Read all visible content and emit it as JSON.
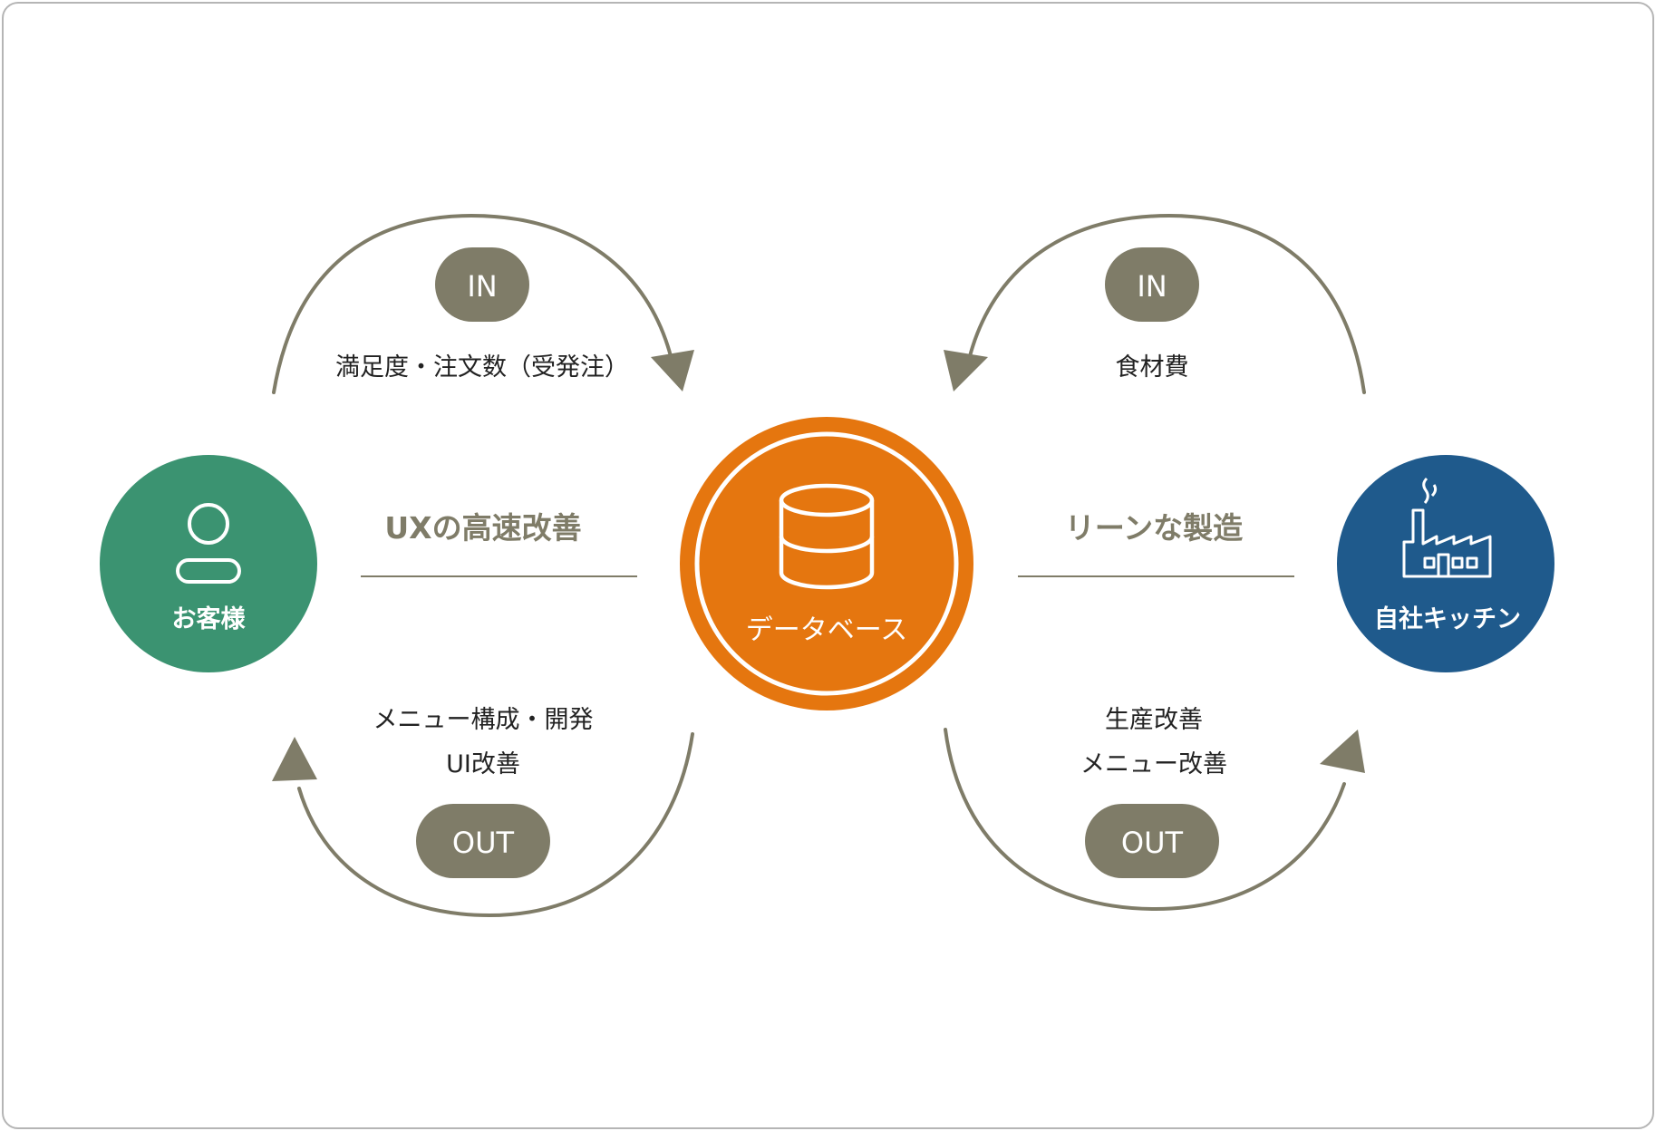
{
  "colors": {
    "olive": "#7f7c68",
    "green": "#3b9371",
    "orange": "#e5760f",
    "navy": "#1f5a8c",
    "text": "#222222",
    "white": "#ffffff"
  },
  "nodes": {
    "customer": {
      "label": "お客様",
      "icon": "person-icon"
    },
    "database": {
      "label": "データベース",
      "icon": "database-icon"
    },
    "kitchen": {
      "label": "自社キッチン",
      "icon": "factory-icon"
    }
  },
  "left": {
    "heading": "UXの高速改善",
    "in_badge": "IN",
    "in_text": "満足度・注文数（受発注）",
    "out_badge": "OUT",
    "out_text_line1": "メニュー構成・開発",
    "out_text_line2": "UI改善"
  },
  "right": {
    "heading": "リーンな製造",
    "in_badge": "IN",
    "in_text": "食材費",
    "out_badge": "OUT",
    "out_text_line1": "生産改善",
    "out_text_line2": "メニュー改善"
  }
}
